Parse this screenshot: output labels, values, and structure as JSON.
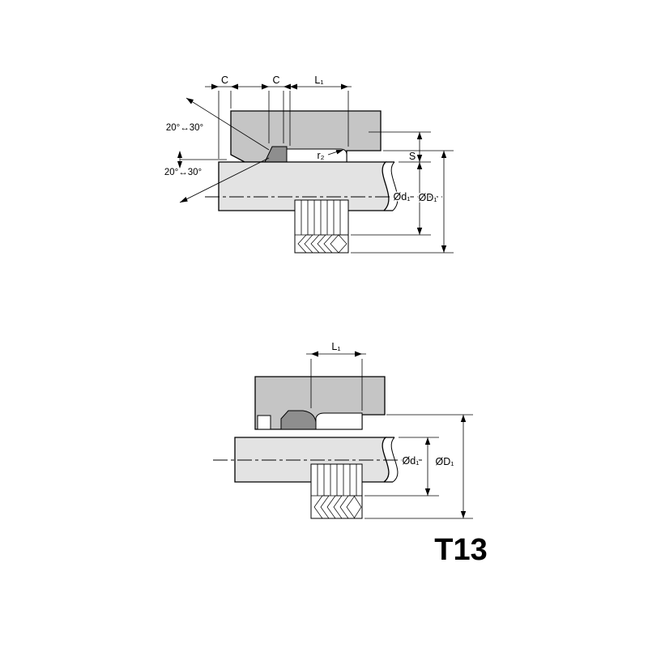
{
  "part_code": "T13",
  "fig_top": {
    "dim_c_left": "C",
    "dim_c_right": "C",
    "dim_l1": "L₁",
    "dim_s": "S",
    "dim_rod_dia": "Ød₁",
    "dim_bore_dia": "ØD₁",
    "radius_label": "r₂",
    "angle_upper": "20°↔30°",
    "angle_lower": "20°↔30°"
  },
  "fig_bottom": {
    "dim_l1": "L₁",
    "dim_rod_dia": "Ød₁",
    "dim_bore_dia": "ØD₁"
  },
  "colors": {
    "housing": "#c5c5c5",
    "support_ring": "#8e8e8e",
    "rod": "#e3e3e3",
    "seal_dark": "#2b2b2b",
    "line": "#000000",
    "background": "#ffffff"
  }
}
